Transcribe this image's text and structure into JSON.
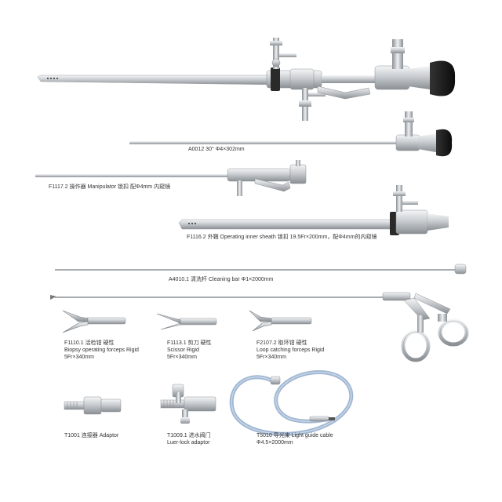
{
  "palette": {
    "steel_light": "#e6e8ea",
    "steel_mid": "#b9bdc1",
    "steel_dark": "#7d8287",
    "eyepiece_black": "#1b1b1b",
    "cable_blue": "#9fb6d2",
    "label_text": "#333333"
  },
  "products": [
    {
      "id": "telescope",
      "code": "A0012",
      "text": "A0012 30° Φ4×302mm"
    },
    {
      "id": "manipulator",
      "code": "F1117.2",
      "text": "F1117.2 操作器 Manipulator 锁扣  配Φ4mm 内窥镜"
    },
    {
      "id": "sheath",
      "code": "F1116.2",
      "text": "F1116.2 外鞘 Operating inner sheath 锁扣 19.5Fr×200mm，配Φ4mm的内窥镜"
    },
    {
      "id": "cleaning-bar",
      "code": "A4010.1",
      "text": "A4010.1 清洗杆 Cleaning bar Φ1×2000mm"
    },
    {
      "id": "biopsy-forceps",
      "code": "F1110.1",
      "lines": [
        "F1110.1 活检钳 硬性",
        "Biopsy operating forceps Rigid",
        "5Fr×340mm"
      ]
    },
    {
      "id": "scissor",
      "code": "F1113.1",
      "lines": [
        "F1113.1 剪刀 硬性",
        "Scissor Rigid",
        "5Fr×340mm"
      ]
    },
    {
      "id": "loop-forceps",
      "code": "F2107.2",
      "lines": [
        "F2107.2 取环钳 硬性",
        "Loop catching forceps Rigid",
        "5Fr×340mm"
      ]
    },
    {
      "id": "adaptor",
      "code": "T1001",
      "text": "T1001 连接器 Adaptor"
    },
    {
      "id": "luer-lock",
      "code": "T1009.1",
      "lines": [
        "T1009.1 进水阀门",
        "Luer-lock adaptor"
      ]
    },
    {
      "id": "light-cable",
      "code": "T5010",
      "lines": [
        "T5010 导光束 Light guide cable",
        "Φ4.5×2000mm"
      ]
    }
  ]
}
